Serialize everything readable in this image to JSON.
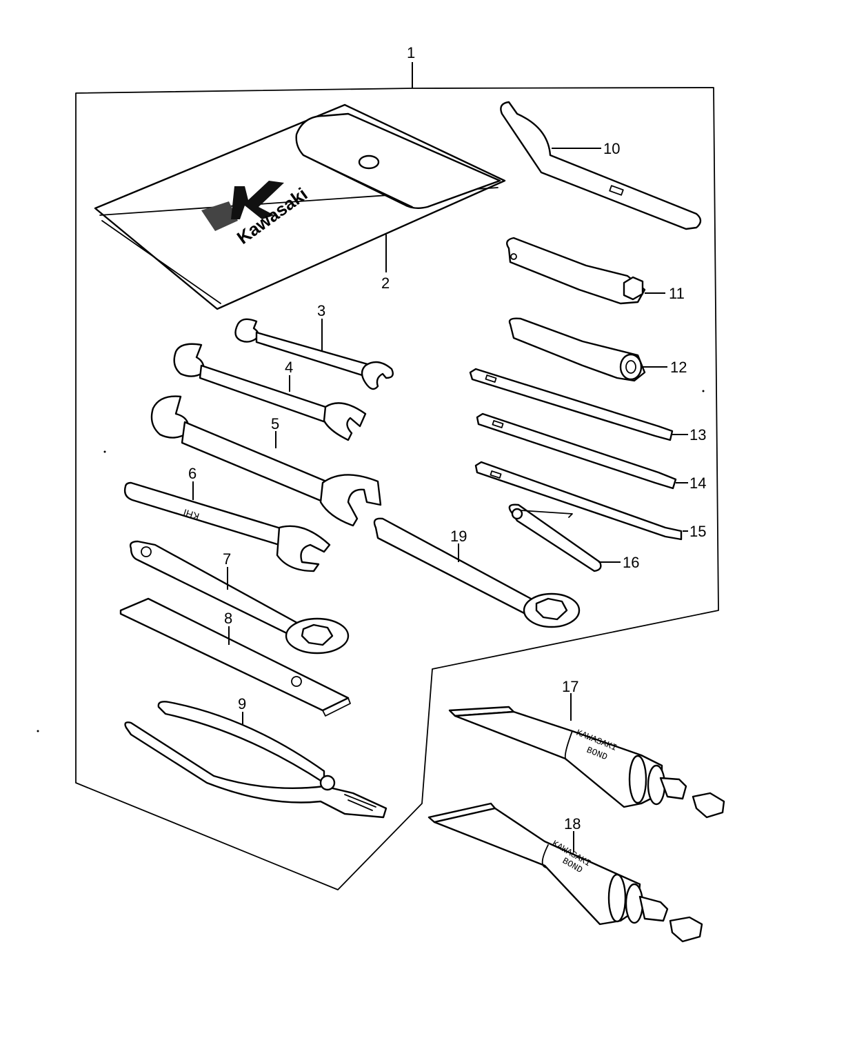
{
  "diagram": {
    "callouts": [
      "1",
      "2",
      "3",
      "4",
      "5",
      "6",
      "7",
      "8",
      "9",
      "10",
      "11",
      "12",
      "13",
      "14",
      "15",
      "16",
      "17",
      "18",
      "19"
    ],
    "pouch_brand": "Kawasaki",
    "wrench6_stamp": "KHI",
    "tube17_label": [
      "KAWASAKI",
      "BOND"
    ],
    "tube18_label": [
      "KAWASAKI",
      "BOND"
    ]
  }
}
